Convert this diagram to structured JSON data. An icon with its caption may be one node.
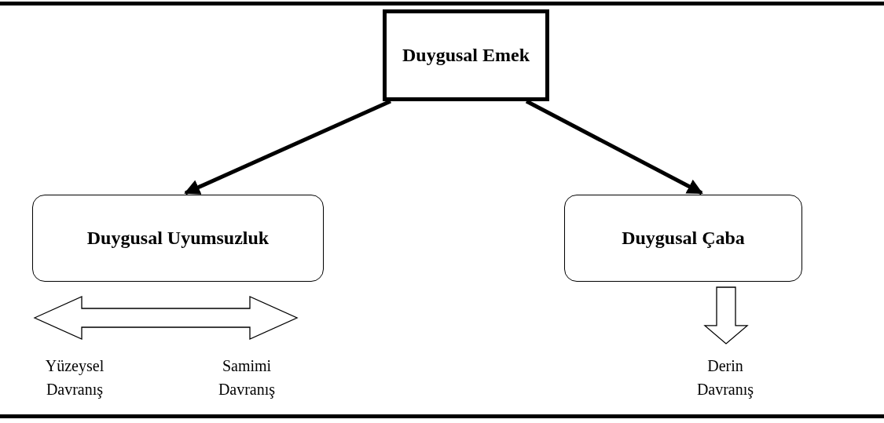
{
  "diagram": {
    "nodes": [
      {
        "text": [
          "Duygusal Emek"
        ]
      },
      {
        "text": [
          "Duygusal Uyumsuzluk"
        ]
      },
      {
        "text": [
          "Duygusal Çaba"
        ]
      },
      {
        "text": [
          "Yüzeysel Davranış"
        ]
      },
      {
        "text": [
          "Samimi Davranış"
        ]
      },
      {
        "text": [
          "Derin Davranış"
        ]
      }
    ],
    "edges": [
      {
        "from": 0,
        "to": 1,
        "arrow": "to"
      },
      {
        "from": 0,
        "to": 2,
        "arrow": "to"
      },
      {
        "from": 3,
        "to": 4,
        "arrow": "both",
        "style": "thick"
      },
      {
        "from": 2,
        "to": 5,
        "arrow": "to",
        "style": "thick"
      }
    ]
  }
}
